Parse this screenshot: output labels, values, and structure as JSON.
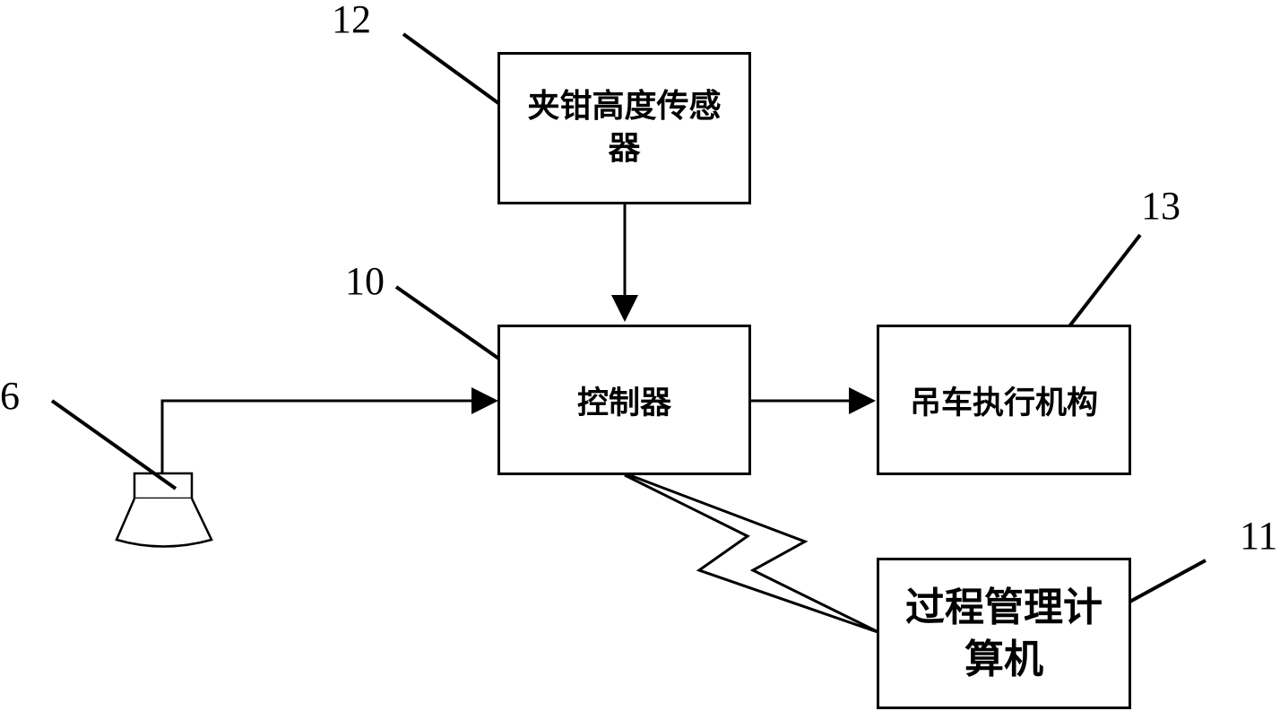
{
  "blocks": {
    "clamp_height_sensor": "夹钳高度传感器",
    "controller": "控制器",
    "crane_actuator": "吊车执行机构",
    "process_computer": "过程管理计算机"
  },
  "reference_numbers": {
    "sensor_ref": "12",
    "controller_ref": "10",
    "actuator_ref": "13",
    "computer_ref": "11",
    "device_ref": "6"
  },
  "colors": {
    "line": "#000000",
    "background": "#ffffff"
  },
  "icons": {
    "device": "speaker-device-icon"
  }
}
